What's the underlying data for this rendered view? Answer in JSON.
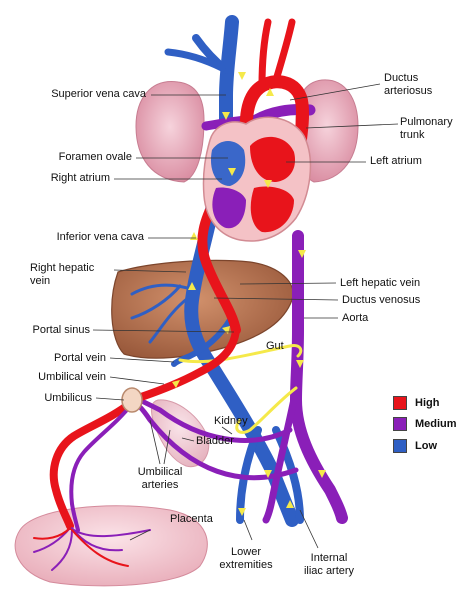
{
  "labels": {
    "superior_vena_cava": "Superior vena cava",
    "ductus_arteriosus": "Ductus\narteriosus",
    "pulmonary_trunk": "Pulmonary\ntrunk",
    "foramen_ovale": "Foramen ovale",
    "left_atrium": "Left atrium",
    "right_atrium": "Right atrium",
    "inferior_vena_cava": "Inferior vena cava",
    "right_hepatic_vein": "Right hepatic\nvein",
    "left_hepatic_vein": "Left hepatic vein",
    "ductus_venosus": "Ductus venosus",
    "aorta": "Aorta",
    "portal_sinus": "Portal sinus",
    "gut": "Gut",
    "portal_vein": "Portal vein",
    "umbilical_vein": "Umbilical vein",
    "umbilicus": "Umbilicus",
    "kidney": "Kidney",
    "bladder": "Bladder",
    "umbilical_arteries": "Umbilical\narteries",
    "placenta": "Placenta",
    "lower_extremities": "Lower\nextremities",
    "internal_iliac_artery": "Internal\niliac artery"
  },
  "legend": [
    {
      "label": "High",
      "color": "#e8141b"
    },
    {
      "label": "Medium",
      "color": "#8a1fb8"
    },
    {
      "label": "Low",
      "color": "#2f5fc4"
    }
  ],
  "colors": {
    "oxygen_high": "#e8141b",
    "oxygen_medium": "#8a1fb8",
    "oxygen_low": "#2f5fc4",
    "lung": "#e6a8b6",
    "liver": "#b5714f",
    "placenta": "#f2c4cc",
    "kidney": "#eecbd3",
    "flow_arrow": "#f5e94a"
  }
}
